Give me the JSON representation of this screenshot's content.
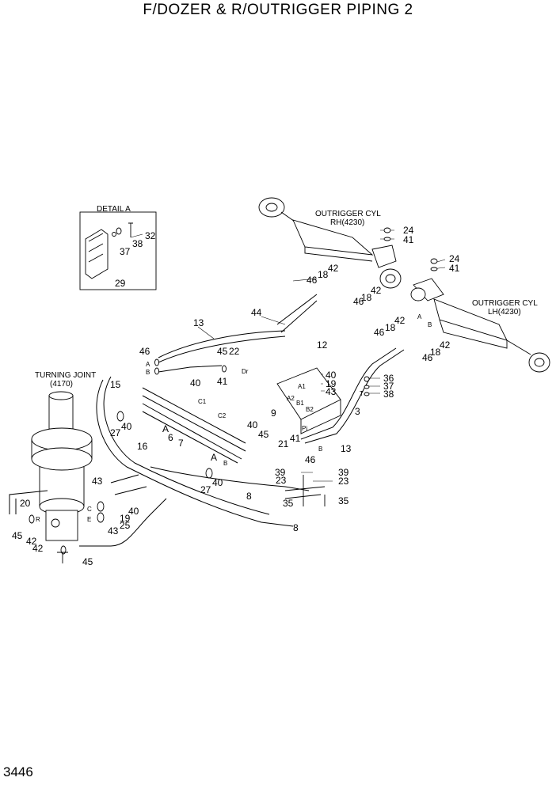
{
  "title": "F/DOZER & R/OUTRIGGER PIPING 2",
  "page_number": "3446",
  "labels": {
    "detail_a": "DETAIL A",
    "outrigger_rh": "OUTRIGGER CYL",
    "outrigger_rh_ref": "RH(4230)",
    "outrigger_lh": "OUTRIGGER CYL",
    "outrigger_lh_ref": "LH(4230)",
    "turning_joint": "TURNING JOINT",
    "turning_joint_ref": "(4170)"
  },
  "callouts": [
    {
      "id": "c32",
      "text": "32"
    },
    {
      "id": "c37a",
      "text": "37"
    },
    {
      "id": "c38a",
      "text": "38"
    },
    {
      "id": "c29",
      "text": "29"
    },
    {
      "id": "c24a",
      "text": "24"
    },
    {
      "id": "c41a",
      "text": "41"
    },
    {
      "id": "c42a",
      "text": "42"
    },
    {
      "id": "c18a",
      "text": "18"
    },
    {
      "id": "c46a",
      "text": "46"
    },
    {
      "id": "c46b",
      "text": "46"
    },
    {
      "id": "c18b",
      "text": "18"
    },
    {
      "id": "c42b",
      "text": "42"
    },
    {
      "id": "c44",
      "text": "44"
    },
    {
      "id": "c24b",
      "text": "24"
    },
    {
      "id": "c41b",
      "text": "41"
    },
    {
      "id": "c13a",
      "text": "13"
    },
    {
      "id": "c46c",
      "text": "46"
    },
    {
      "id": "c45a",
      "text": "45"
    },
    {
      "id": "c22",
      "text": "22"
    },
    {
      "id": "c12",
      "text": "12"
    },
    {
      "id": "c46d",
      "text": "46"
    },
    {
      "id": "c18c",
      "text": "18"
    },
    {
      "id": "c42c",
      "text": "42"
    },
    {
      "id": "c42d",
      "text": "42"
    },
    {
      "id": "c18d",
      "text": "18"
    },
    {
      "id": "c46e",
      "text": "46"
    },
    {
      "id": "c40a",
      "text": "40"
    },
    {
      "id": "c19a",
      "text": "19"
    },
    {
      "id": "c42e",
      "text": "42"
    },
    {
      "id": "c43a",
      "text": "43"
    },
    {
      "id": "c36",
      "text": "36"
    },
    {
      "id": "c37b",
      "text": "37"
    },
    {
      "id": "c38b",
      "text": "38"
    },
    {
      "id": "c15",
      "text": "15"
    },
    {
      "id": "c40b",
      "text": "40"
    },
    {
      "id": "c41c",
      "text": "41"
    },
    {
      "id": "c9",
      "text": "9"
    },
    {
      "id": "c3",
      "text": "3"
    },
    {
      "id": "c40c",
      "text": "40"
    },
    {
      "id": "c27a",
      "text": "27"
    },
    {
      "id": "c40d",
      "text": "40"
    },
    {
      "id": "c6",
      "text": "6"
    },
    {
      "id": "c7",
      "text": "7"
    },
    {
      "id": "c16",
      "text": "16"
    },
    {
      "id": "c45b",
      "text": "45"
    },
    {
      "id": "c21",
      "text": "21"
    },
    {
      "id": "c41d",
      "text": "41"
    },
    {
      "id": "c13b",
      "text": "13"
    },
    {
      "id": "c46f",
      "text": "46"
    },
    {
      "id": "c39a",
      "text": "39"
    },
    {
      "id": "c39b",
      "text": "39"
    },
    {
      "id": "c23a",
      "text": "23"
    },
    {
      "id": "c23b",
      "text": "23"
    },
    {
      "id": "c27b",
      "text": "27"
    },
    {
      "id": "c40e",
      "text": "40"
    },
    {
      "id": "c8a",
      "text": "8"
    },
    {
      "id": "c35a",
      "text": "35"
    },
    {
      "id": "c35b",
      "text": "35"
    },
    {
      "id": "c8b",
      "text": "8"
    },
    {
      "id": "c43b",
      "text": "43"
    },
    {
      "id": "c40f",
      "text": "40"
    },
    {
      "id": "c19b",
      "text": "19"
    },
    {
      "id": "c25",
      "text": "25"
    },
    {
      "id": "c43c",
      "text": "43"
    },
    {
      "id": "c20",
      "text": "20"
    },
    {
      "id": "c45c",
      "text": "45"
    },
    {
      "id": "c42f",
      "text": "42"
    },
    {
      "id": "c42g",
      "text": "42"
    },
    {
      "id": "c45d",
      "text": "45"
    }
  ],
  "port_marks": [
    {
      "id": "pA1",
      "text": "A"
    },
    {
      "id": "pA2",
      "text": "A"
    },
    {
      "id": "pA3",
      "text": "A"
    },
    {
      "id": "pA4",
      "text": "A"
    },
    {
      "id": "pB1",
      "text": "B"
    },
    {
      "id": "pB2",
      "text": "B"
    },
    {
      "id": "pB3",
      "text": "B"
    },
    {
      "id": "pB4",
      "text": "B"
    },
    {
      "id": "pC1",
      "text": "C1"
    },
    {
      "id": "pC2",
      "text": "C2"
    },
    {
      "id": "pDr",
      "text": "Dr"
    },
    {
      "id": "pA1v",
      "text": "A1"
    },
    {
      "id": "pA2v",
      "text": "A2"
    },
    {
      "id": "pB1v",
      "text": "B1"
    },
    {
      "id": "pB2v",
      "text": "B2"
    },
    {
      "id": "pPi",
      "text": "Pi"
    },
    {
      "id": "pT",
      "text": "T"
    },
    {
      "id": "pR",
      "text": "R"
    },
    {
      "id": "pE",
      "text": "E"
    },
    {
      "id": "pC3",
      "text": "C"
    }
  ]
}
